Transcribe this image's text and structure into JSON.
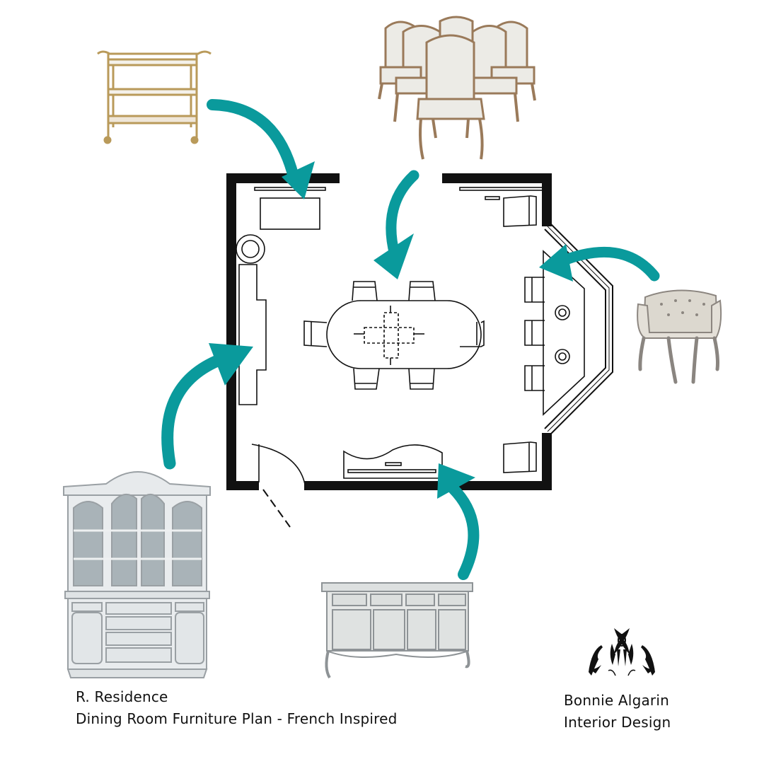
{
  "project": {
    "client": "R. Residence",
    "title": "Dining Room Furniture Plan - French Inspired"
  },
  "brand": {
    "line1": "Bonnie Algarin",
    "line2": "Interior Design",
    "logo_icon": "tribal-ornament-logo"
  },
  "colors": {
    "arrow": "#0a9a9c",
    "wall": "#111111",
    "furniture_white": "#eeeeea",
    "brass": "#b99a5a",
    "wood": "#9a7a5a"
  },
  "items": [
    {
      "name": "bar-cart",
      "icon": "bar-cart-photo"
    },
    {
      "name": "dining-chairs",
      "icon": "dining-chairs-photo"
    },
    {
      "name": "armchair",
      "icon": "tufted-armchair-photo"
    },
    {
      "name": "china-hutch",
      "icon": "hutch-photo"
    },
    {
      "name": "sideboard",
      "icon": "sideboard-photo"
    }
  ]
}
